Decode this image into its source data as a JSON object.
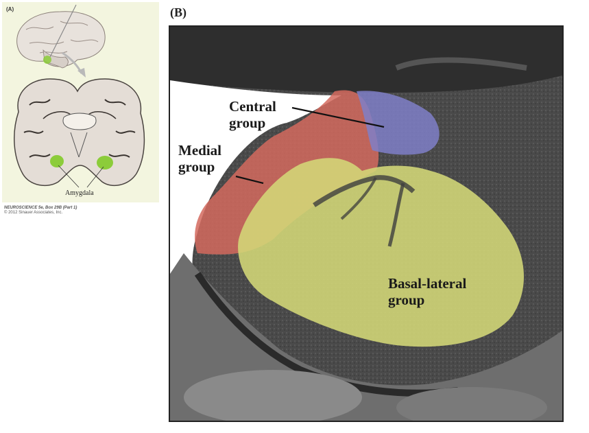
{
  "panel_a": {
    "label": "(A)",
    "structure_label": "Amygdala",
    "credit_title": "NEUROSCIENCE 5e, Box 29B (Part 1)",
    "credit_copyright": "© 2012 Sinauer Associates, Inc."
  },
  "panel_b": {
    "label": "(B)",
    "regions": {
      "central": {
        "label": "Central\ngroup",
        "color": "#7f7fc8"
      },
      "medial": {
        "label": "Medial\ngroup",
        "color": "#d46a5e"
      },
      "basal_lateral": {
        "label": "Basal-lateral\ngroup",
        "color": "#d4d877"
      }
    }
  },
  "colors": {
    "amygdala_highlight": "#8ccc3a",
    "panel_a_bg": "#f3f5df"
  }
}
